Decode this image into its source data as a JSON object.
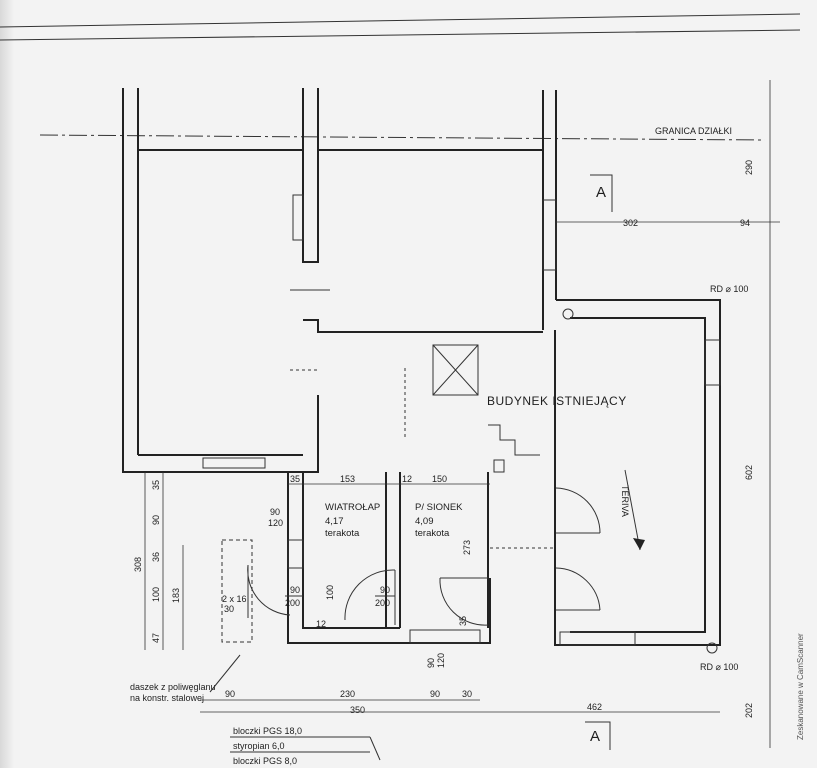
{
  "labels": {
    "boundary": "GRANICA DZIAŁKI",
    "existing_building": "BUDYNEK ISTNIEJĄCY",
    "section_a_top": "A",
    "section_a_bottom": "A",
    "teriva": "TERIVA",
    "wiatrolap_name": "WIATROŁAP",
    "wiatrolap_area": "4,17",
    "wiatrolap_floor": "terakota",
    "sionek_name": "P/ SIONEK",
    "sionek_area": "4,09",
    "sionek_floor": "terakota",
    "rd_top": "RD ⌀ 100",
    "rd_bottom": "RD ⌀ 100",
    "canopy_line1": "daszek z poliwęglanu",
    "canopy_line2": "na konstr. stalowej",
    "wall_1": "bloczki PGS 18,0",
    "wall_2": "styropian 6,0",
    "wall_3": "bloczki PGS 8,0",
    "scanner_mark": "Zeskanowane w CamScanner"
  },
  "dimensions": {
    "d302": "302",
    "d94": "94",
    "d290": "290",
    "d602": "602",
    "d202": "202",
    "d35_top": "35",
    "d153": "153",
    "d12_top": "12",
    "d150": "150",
    "d90_win": "90",
    "d120_win": "120",
    "d308": "308",
    "d35_left": "35",
    "d90_left": "90",
    "d36": "36",
    "d100_left": "100",
    "d47": "47",
    "d183": "183",
    "d2x16": "2 x 16",
    "d30": "30",
    "door1_w": "90",
    "door1_h": "200",
    "door2_w": "90",
    "door2_h": "200",
    "d100_mid": "100",
    "d12_mid": "12",
    "d273": "273",
    "d35_mid": "35",
    "d90_bot": "90",
    "d120_bot": "120",
    "b90": "90",
    "b230": "230",
    "b90b": "90",
    "b30": "30",
    "b350": "350",
    "b462": "462"
  }
}
